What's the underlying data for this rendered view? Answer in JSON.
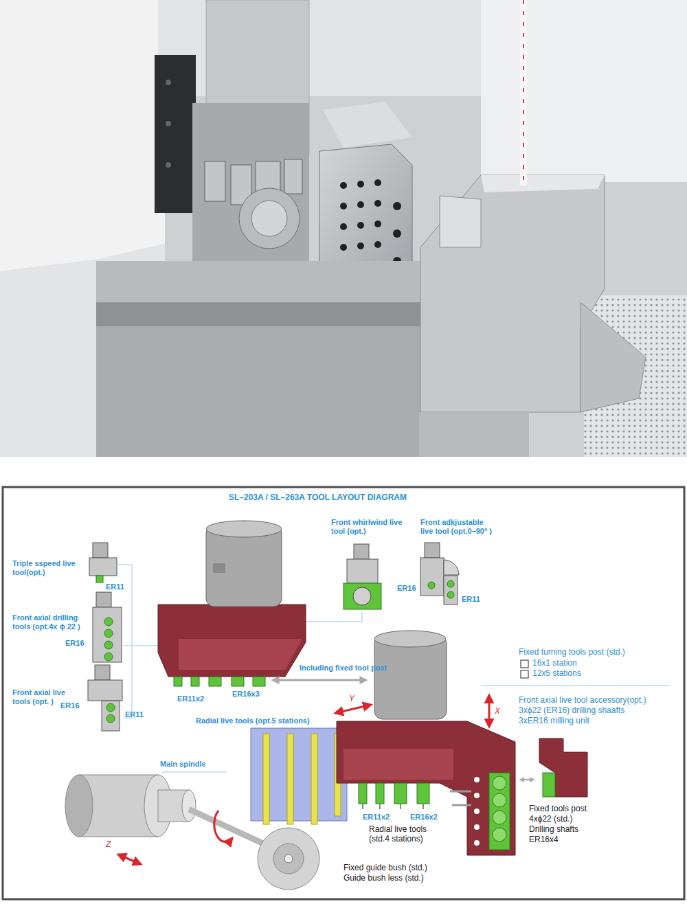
{
  "diagram": {
    "title": "SL–203A / SL–263A TOOL LAYOUT DIAGRAM",
    "labels": [
      "Triple sspeed live tool(opt.)",
      "ER11",
      "Front axial drilling tools (opt.4x ϕ 22 )",
      "ER16",
      "Front axial live tools (opt. )",
      "ER16",
      "ER11",
      "Front whirlwind live tool (opt.)",
      "Front adkjustable live tool (opt.0–90° )",
      "ER16",
      "ER11",
      "Including fixed tool post",
      "ER11x2",
      "ER16x3",
      "Radial live tools (opt.5 stations)",
      "Fixed turning tools post (std.)",
      "16x1 station",
      "12x5 stations",
      "Front axial live tool accessory(opt.)",
      "3xϕ22 (ER16) drilling shaafts",
      "3xER16 milling unit",
      "Y",
      "X",
      "Main spindle",
      "Z",
      "ER11x2",
      "ER16x2",
      "Radial live tools (std.4 stations)",
      "Fixed tools post",
      "4xϕ22 (std.)",
      "Drilling shafts",
      "ER16x4",
      "Fixed guide bush (std.)",
      "Guide bush less (std.)"
    ]
  }
}
